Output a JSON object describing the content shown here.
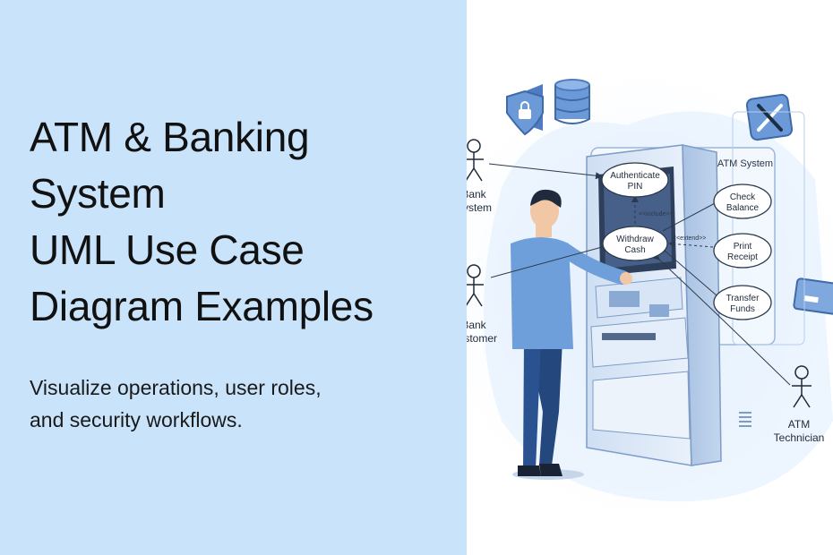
{
  "headline": {
    "lines": [
      "ATM & Banking",
      "System",
      "UML Use Case",
      "Diagram Examples"
    ]
  },
  "tagline": {
    "lines": [
      "Visualize operations, user roles,",
      "and security workflows."
    ]
  },
  "diagram": {
    "system_label": "ATM System",
    "actors": {
      "bank_system": [
        "Bank",
        "System"
      ],
      "bank_customer": [
        "Bank",
        "Customer"
      ],
      "atm_technician": [
        "ATM",
        "Technician"
      ]
    },
    "use_cases": {
      "authenticate_pin": [
        "Authenticate",
        "PIN"
      ],
      "withdraw_cash": [
        "Withdraw",
        "Cash"
      ],
      "check_balance": [
        "Check",
        "Balance"
      ],
      "print_receipt": [
        "Print",
        "Receipt"
      ],
      "transfer_funds": [
        "Transfer",
        "Funds"
      ]
    },
    "relations": {
      "include": "<<include>>",
      "extend": "<<extend>>"
    }
  },
  "icons": [
    "shield-lock-icon",
    "database-icon",
    "wrench-screwdriver-icon",
    "credit-card-icon"
  ],
  "colors": {
    "left_panel_bg": "#c9e3fa",
    "accent_blue": "#5b8fd6",
    "text_dark": "#111111"
  }
}
